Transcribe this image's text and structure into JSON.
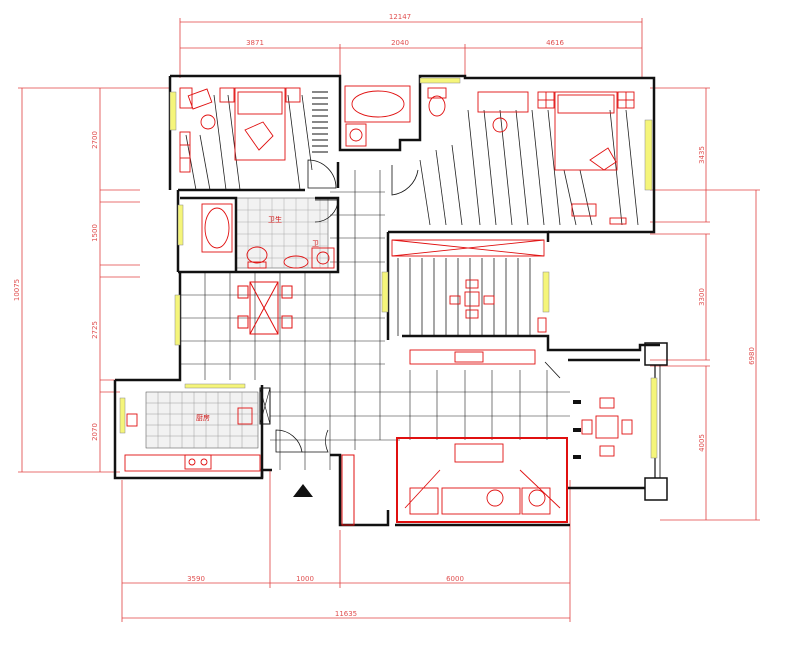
{
  "title": "",
  "colors": {
    "wall": "#111111",
    "dimension": "#e04040",
    "furniture": "#e01010",
    "glass": "#e8e800",
    "background": "#ffffff"
  },
  "dimensions": {
    "top_total": "12147",
    "top_1": "3871",
    "top_2": "2040",
    "top_3": "4616",
    "left_total": "10075",
    "left_1": "2700",
    "left_2": "1500",
    "left_3": "2725",
    "left_4": "2070",
    "right_1": "3435",
    "right_2": "3300",
    "right_3": "4005",
    "right_total": "6980",
    "bottom_1": "3590",
    "bottom_2": "1000",
    "bottom_3": "6000",
    "bottom_total": "11635"
  },
  "room_labels": {
    "bath_sign": "卫生",
    "bath_sign2": "卫",
    "kitchen_sign": "厨房"
  },
  "entrance_icon": "entrance-arrow-icon"
}
